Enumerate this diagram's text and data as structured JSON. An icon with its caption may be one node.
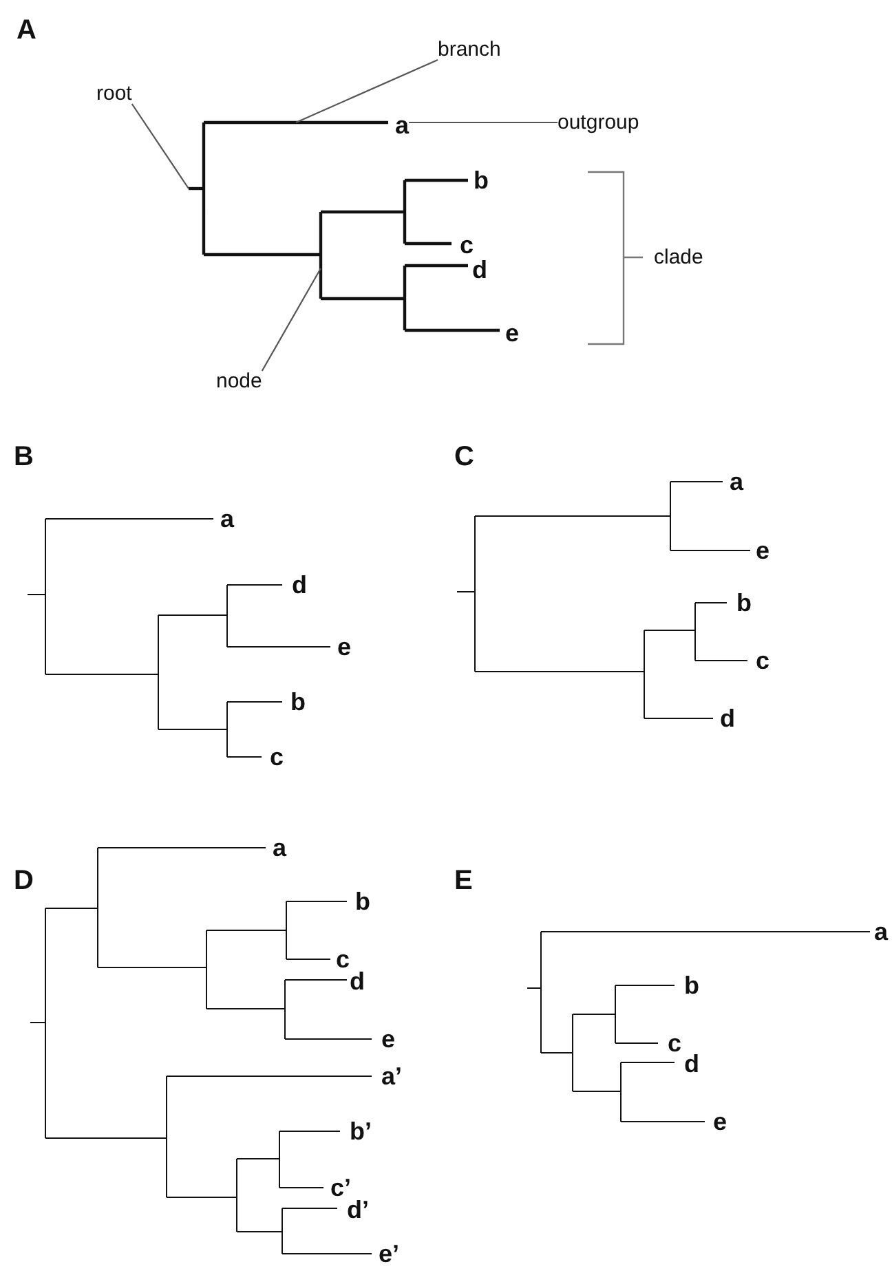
{
  "diagram": {
    "nodes": [
      {
        "text": [
          "branch"
        ]
      },
      {
        "text": [
          "root"
        ]
      },
      {
        "text": [
          "a"
        ]
      },
      {
        "text": [
          "outgroup"
        ]
      },
      {
        "text": [
          "node"
        ]
      },
      {
        "text": [],
        "shape": "line"
      },
      {
        "text": [],
        "shape": "line"
      },
      {
        "text": [],
        "shape": "line"
      }
    ],
    "edges": [
      {
        "from": 0,
        "to": 5,
        "arrow": "none"
      },
      {
        "from": 1,
        "to": 6,
        "arrow": "none"
      },
      {
        "from": 3,
        "to": 2,
        "arrow": "none"
      },
      {
        "from": 4,
        "to": 7,
        "arrow": "none"
      }
    ],
    "labels": [
      "A",
      "b",
      "c",
      "d",
      "e",
      "clade",
      "B",
      "a",
      "d",
      "e",
      "b",
      "c",
      "C",
      "a",
      "e",
      "b",
      "c",
      "d",
      "D",
      "a",
      "b",
      "c",
      "d",
      "e",
      "a’",
      "b’",
      "c’",
      "d’",
      "e’",
      "E",
      "a",
      "b",
      "c",
      "d",
      "e"
    ]
  }
}
